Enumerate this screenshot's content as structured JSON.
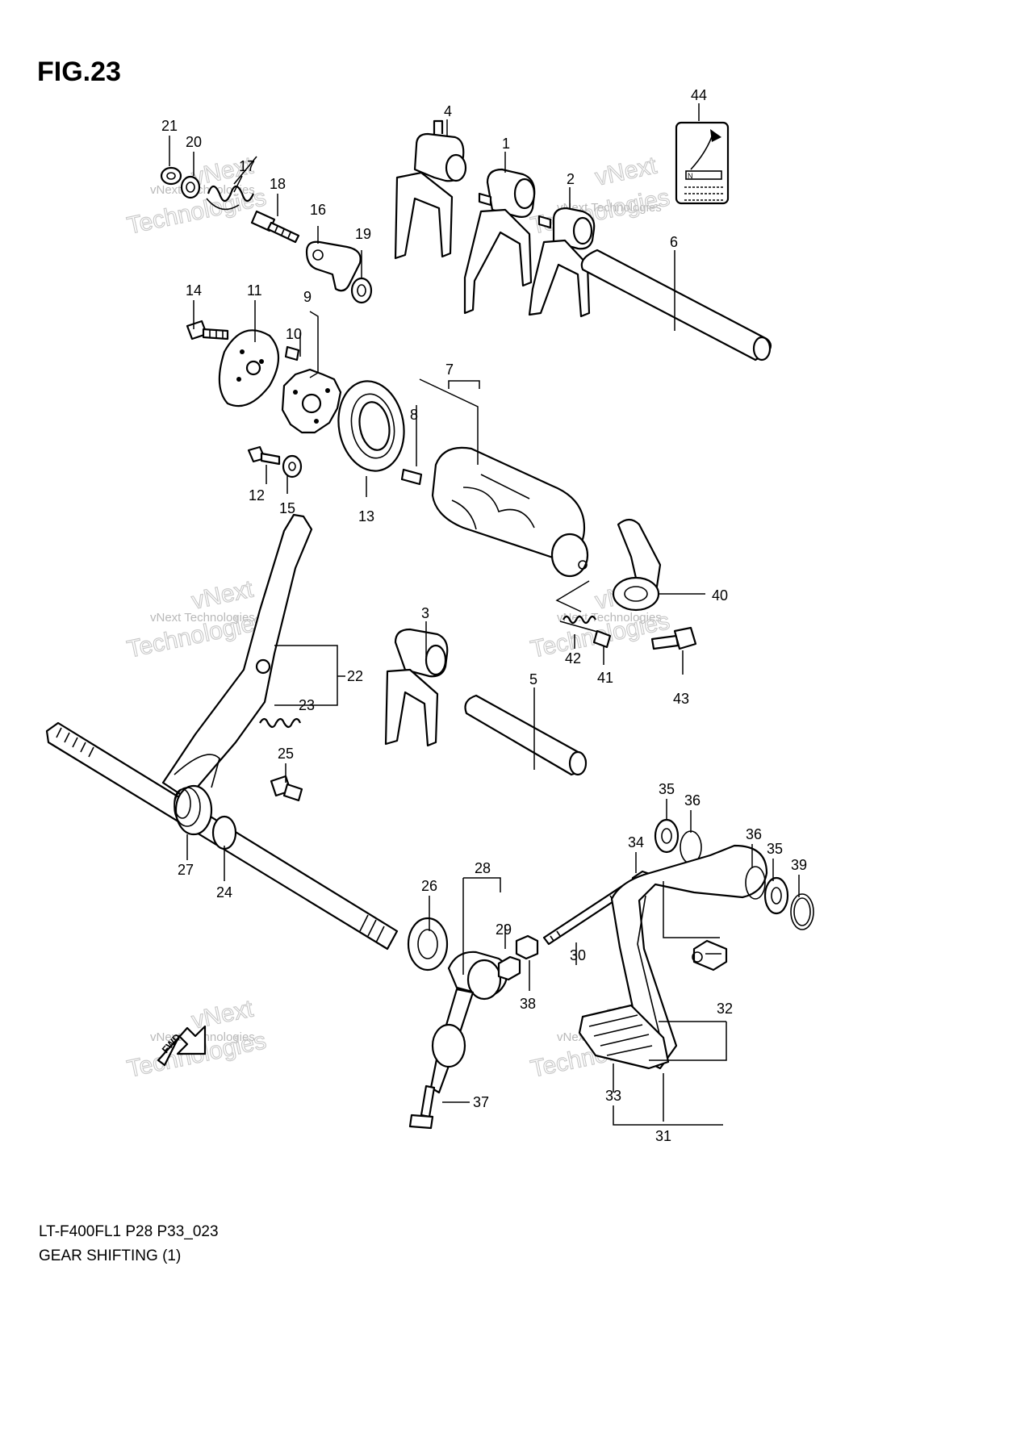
{
  "figure": {
    "title": "FIG.23",
    "model_code": "LT-F400FL1 P28 P33_023",
    "caption": "GEAR SHIFTING (1)"
  },
  "watermark": {
    "line1": "vNext Technologies",
    "line2": "vNext",
    "line3": "Technologies"
  },
  "label_plate": {
    "symbol": "N"
  },
  "arrow_badge": {
    "text": "FWD"
  },
  "callouts": {
    "c1": "1",
    "c2": "2",
    "c3": "3",
    "c4": "4",
    "c5": "5",
    "c6": "6",
    "c7": "7",
    "c8": "8",
    "c9": "9",
    "c10": "10",
    "c11": "11",
    "c12": "12",
    "c13": "13",
    "c14": "14",
    "c15": "15",
    "c16": "16",
    "c17": "17",
    "c18": "18",
    "c19": "19",
    "c20": "20",
    "c21": "21",
    "c22": "22",
    "c23": "23",
    "c24": "24",
    "c25": "25",
    "c26": "26",
    "c27": "27",
    "c28": "28",
    "c29": "29",
    "c30": "30",
    "c31": "31",
    "c32": "32",
    "c33": "33",
    "c34": "34",
    "c35a": "35",
    "c35b": "35",
    "c36a": "36",
    "c36b": "36",
    "c37": "37",
    "c38": "38",
    "c39": "39",
    "c40": "40",
    "c41": "41",
    "c42": "42",
    "c43": "43",
    "c44": "44"
  },
  "colors": {
    "ink": "#000000",
    "paper": "#ffffff",
    "watermark": "#b9b9b9"
  }
}
